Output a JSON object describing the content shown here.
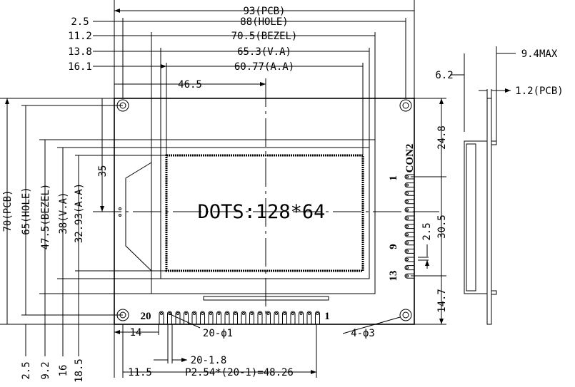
{
  "top_dims": {
    "pcb": "93(PCB)",
    "hole": "88(HOLE)",
    "bezel": "70.5(BEZEL)",
    "va": "65.3(V.A)",
    "aa": "60.77(A.A)",
    "center": "46.5",
    "off_hole": "2.5",
    "off_bezel": "11.2",
    "off_va": "13.8",
    "off_aa": "16.1"
  },
  "left_dims": {
    "pcb": "70(PCB)",
    "hole": "65(HOLE)",
    "bezel": "47.5(BEZEL)",
    "va": "38(V.A)",
    "aa": "32.93(A.A)",
    "center": "35",
    "off_hole": "2.5",
    "off_bezel": "9.2",
    "off_va": "16",
    "off_aa": "18.5"
  },
  "display_label": "DOTS:128*64",
  "bottom": {
    "pin_first": "20",
    "pin_last": "1",
    "pin_hole": "20-ϕ1",
    "offset": "14",
    "pad_width": "20-1.8",
    "edge": "11.5",
    "pitch": "P2.54*(20-1)=48.26",
    "mount_holes": "4-ϕ3"
  },
  "con2": {
    "name": "CON2",
    "pin1": "1",
    "pin9": "9",
    "pin13": "13",
    "pitch": "2.5",
    "top": "24.8",
    "span": "30.5",
    "bottom": "14.7"
  },
  "side": {
    "max": "9.4MAX",
    "module": "6.2",
    "pcb": "1.2(PCB)"
  }
}
